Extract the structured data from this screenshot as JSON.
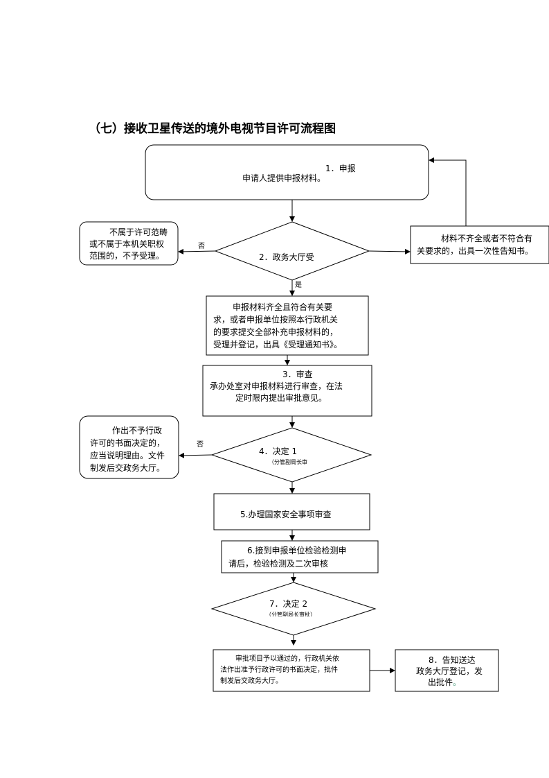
{
  "title": "（七）接收卫星传送的境外电视节目许可流程图",
  "nodes": {
    "n1": {
      "line1": "1．申报",
      "line2": "申请人提供申报材料。"
    },
    "left1": {
      "line1": "不属于许可范畴",
      "line2": "或不属于本机关职权",
      "line3": "范围的，不予受理。"
    },
    "n2": {
      "label": "2．政务大厅受"
    },
    "right2": {
      "line1": "材料不齐全或者不符合有",
      "line2": "关要求的，出具一次性告知书。"
    },
    "accept": {
      "line1": "申报材料齐全且符合有关要",
      "line2": "求，或者申报单位按照本行政机关",
      "line3": "的要求提交全部补充申报材料的，",
      "line4": "受理并登记，出具《受理通知书》。"
    },
    "n3": {
      "line1": "3．审查",
      "line2": "承办处室对申报材料进行审查，在法",
      "line3": "定时限内提出审批意见。"
    },
    "left4": {
      "line1": "作出不予行政",
      "line2": "许可的书面决定的，",
      "line3": "应当说明理由。文件",
      "line4": "制发后交政务大厅。"
    },
    "n4": {
      "label": "4．决定 1",
      "sub": "（分管副局长审"
    },
    "n5": {
      "label": "5.办理国家安全事项审查"
    },
    "n6": {
      "line1": "6.接到申报单位检验检测申",
      "line2": "请后，检验检测及二次审核"
    },
    "n7": {
      "label": "7．决定 2",
      "sub": "（分管副局长审批）"
    },
    "approve": {
      "line1": "审批项目予以通过的，行政机关依",
      "line2": "法作出准予行政许可的书面决定，批件",
      "line3": "制发后交政务大厅。"
    },
    "n8": {
      "line1": "8．告知送达",
      "line2": "政务大厅登记，发",
      "line3_main": "出批件",
      "line3_dot": "。"
    }
  },
  "edge_labels": {
    "no1": "否",
    "yes": "是",
    "no2": "否"
  }
}
